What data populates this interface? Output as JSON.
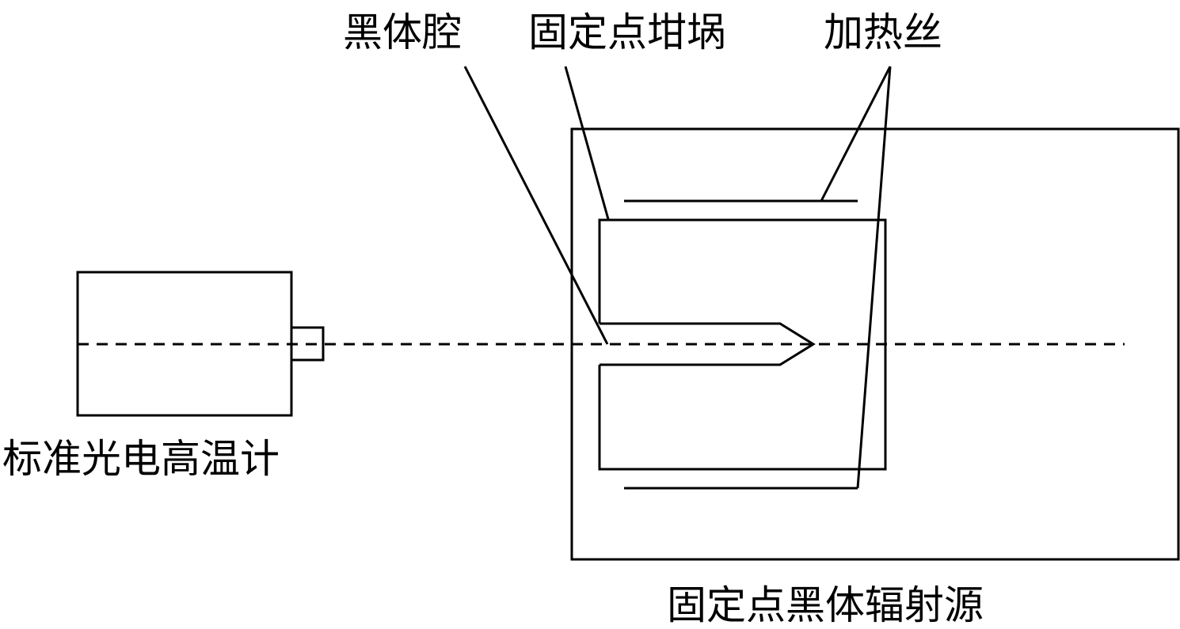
{
  "labels": {
    "blackbody_cavity": "黑体腔",
    "fixed_point_crucible": "固定点坩埚",
    "heating_wire": "加热丝",
    "standard_pyrometer": "标准光电高温计",
    "fixed_point_source": "固定点黑体辐射源"
  },
  "colors": {
    "stroke": "#000000",
    "background": "#ffffff"
  }
}
